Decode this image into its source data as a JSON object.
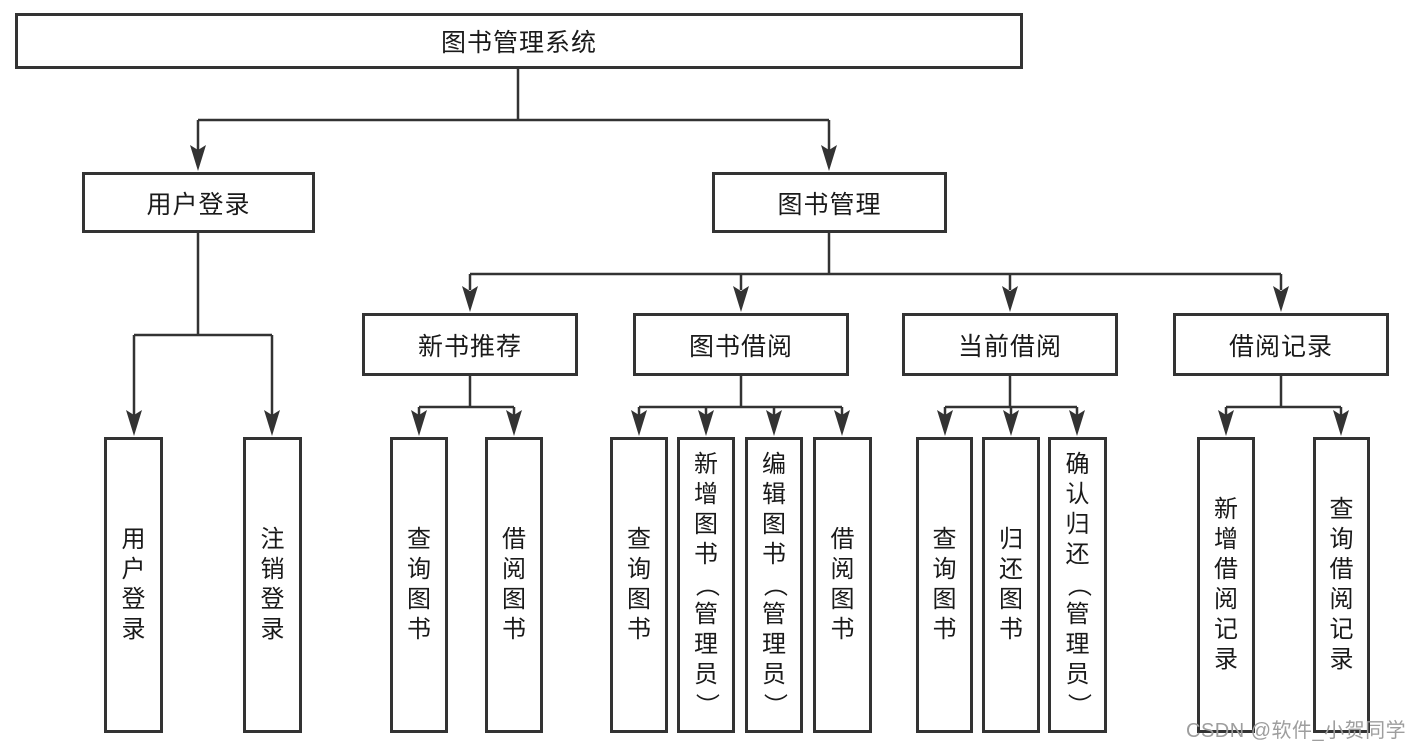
{
  "diagram": {
    "root": {
      "label": "图书管理系统"
    },
    "branches": [
      {
        "label": "用户登录",
        "children": [
          {
            "label": "用户登录"
          },
          {
            "label": "注销登录"
          }
        ]
      },
      {
        "label": "图书管理",
        "children": [
          {
            "label": "新书推荐",
            "children": [
              {
                "label": "查询图书"
              },
              {
                "label": "借阅图书"
              }
            ]
          },
          {
            "label": "图书借阅",
            "children": [
              {
                "label": "查询图书"
              },
              {
                "label": "新增图书（管理员）"
              },
              {
                "label": "编辑图书（管理员）"
              },
              {
                "label": "借阅图书"
              }
            ]
          },
          {
            "label": "当前借阅",
            "children": [
              {
                "label": "查询图书"
              },
              {
                "label": "归还图书"
              },
              {
                "label": "确认归还（管理员）"
              }
            ]
          },
          {
            "label": "借阅记录",
            "children": [
              {
                "label": "新增借阅记录"
              },
              {
                "label": "查询借阅记录"
              }
            ]
          }
        ]
      }
    ]
  },
  "watermark": {
    "text": "CSDN @软件_小贺同学"
  },
  "colors": {
    "line": "#333333",
    "text": "#1a1a1a",
    "watermark": "#9e9e9e",
    "background": "#ffffff"
  }
}
